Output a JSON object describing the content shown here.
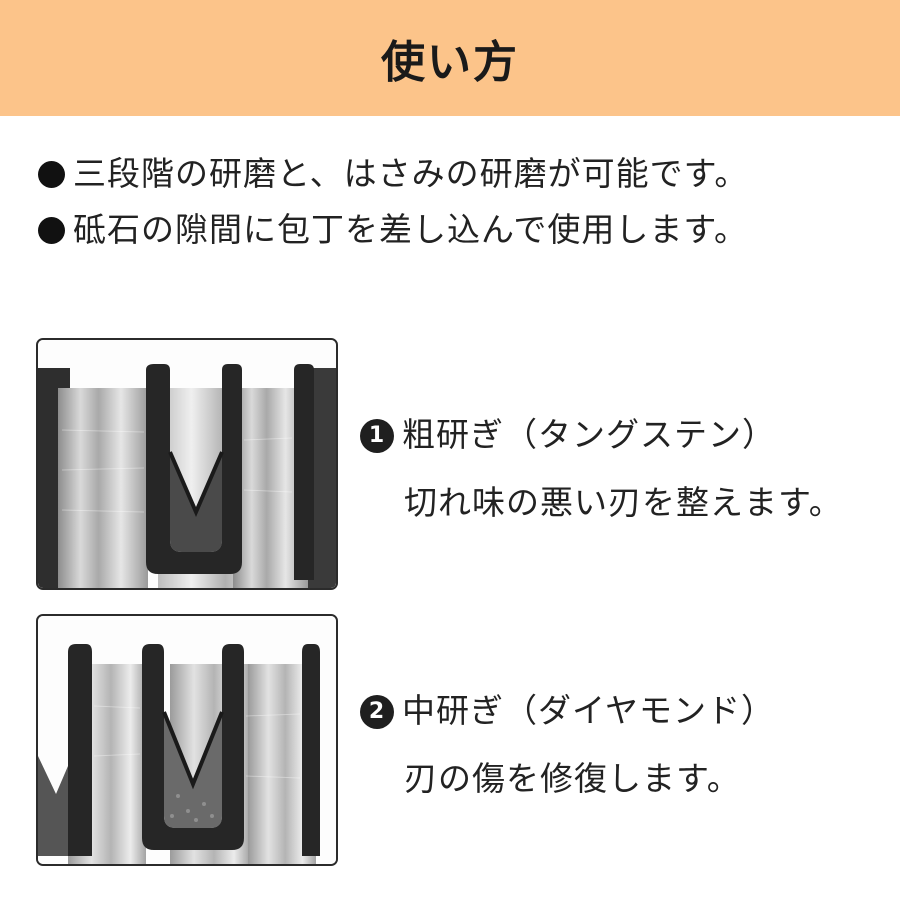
{
  "header": {
    "title": "使い方",
    "background_color": "#fcc48a"
  },
  "intro": {
    "lines": [
      "三段階の研磨と、はさみの研磨が可能です。",
      "砥石の隙間に包丁を差し込んで使用します。"
    ]
  },
  "steps": [
    {
      "number": "1",
      "title": "粗研ぎ（タングステン）",
      "description": "切れ味の悪い刃を整えます。",
      "image_icon": "v-slot-tungsten-photo"
    },
    {
      "number": "2",
      "title": "中研ぎ（ダイヤモンド）",
      "description": "刃の傷を修復します。",
      "image_icon": "v-slot-diamond-photo"
    }
  ]
}
